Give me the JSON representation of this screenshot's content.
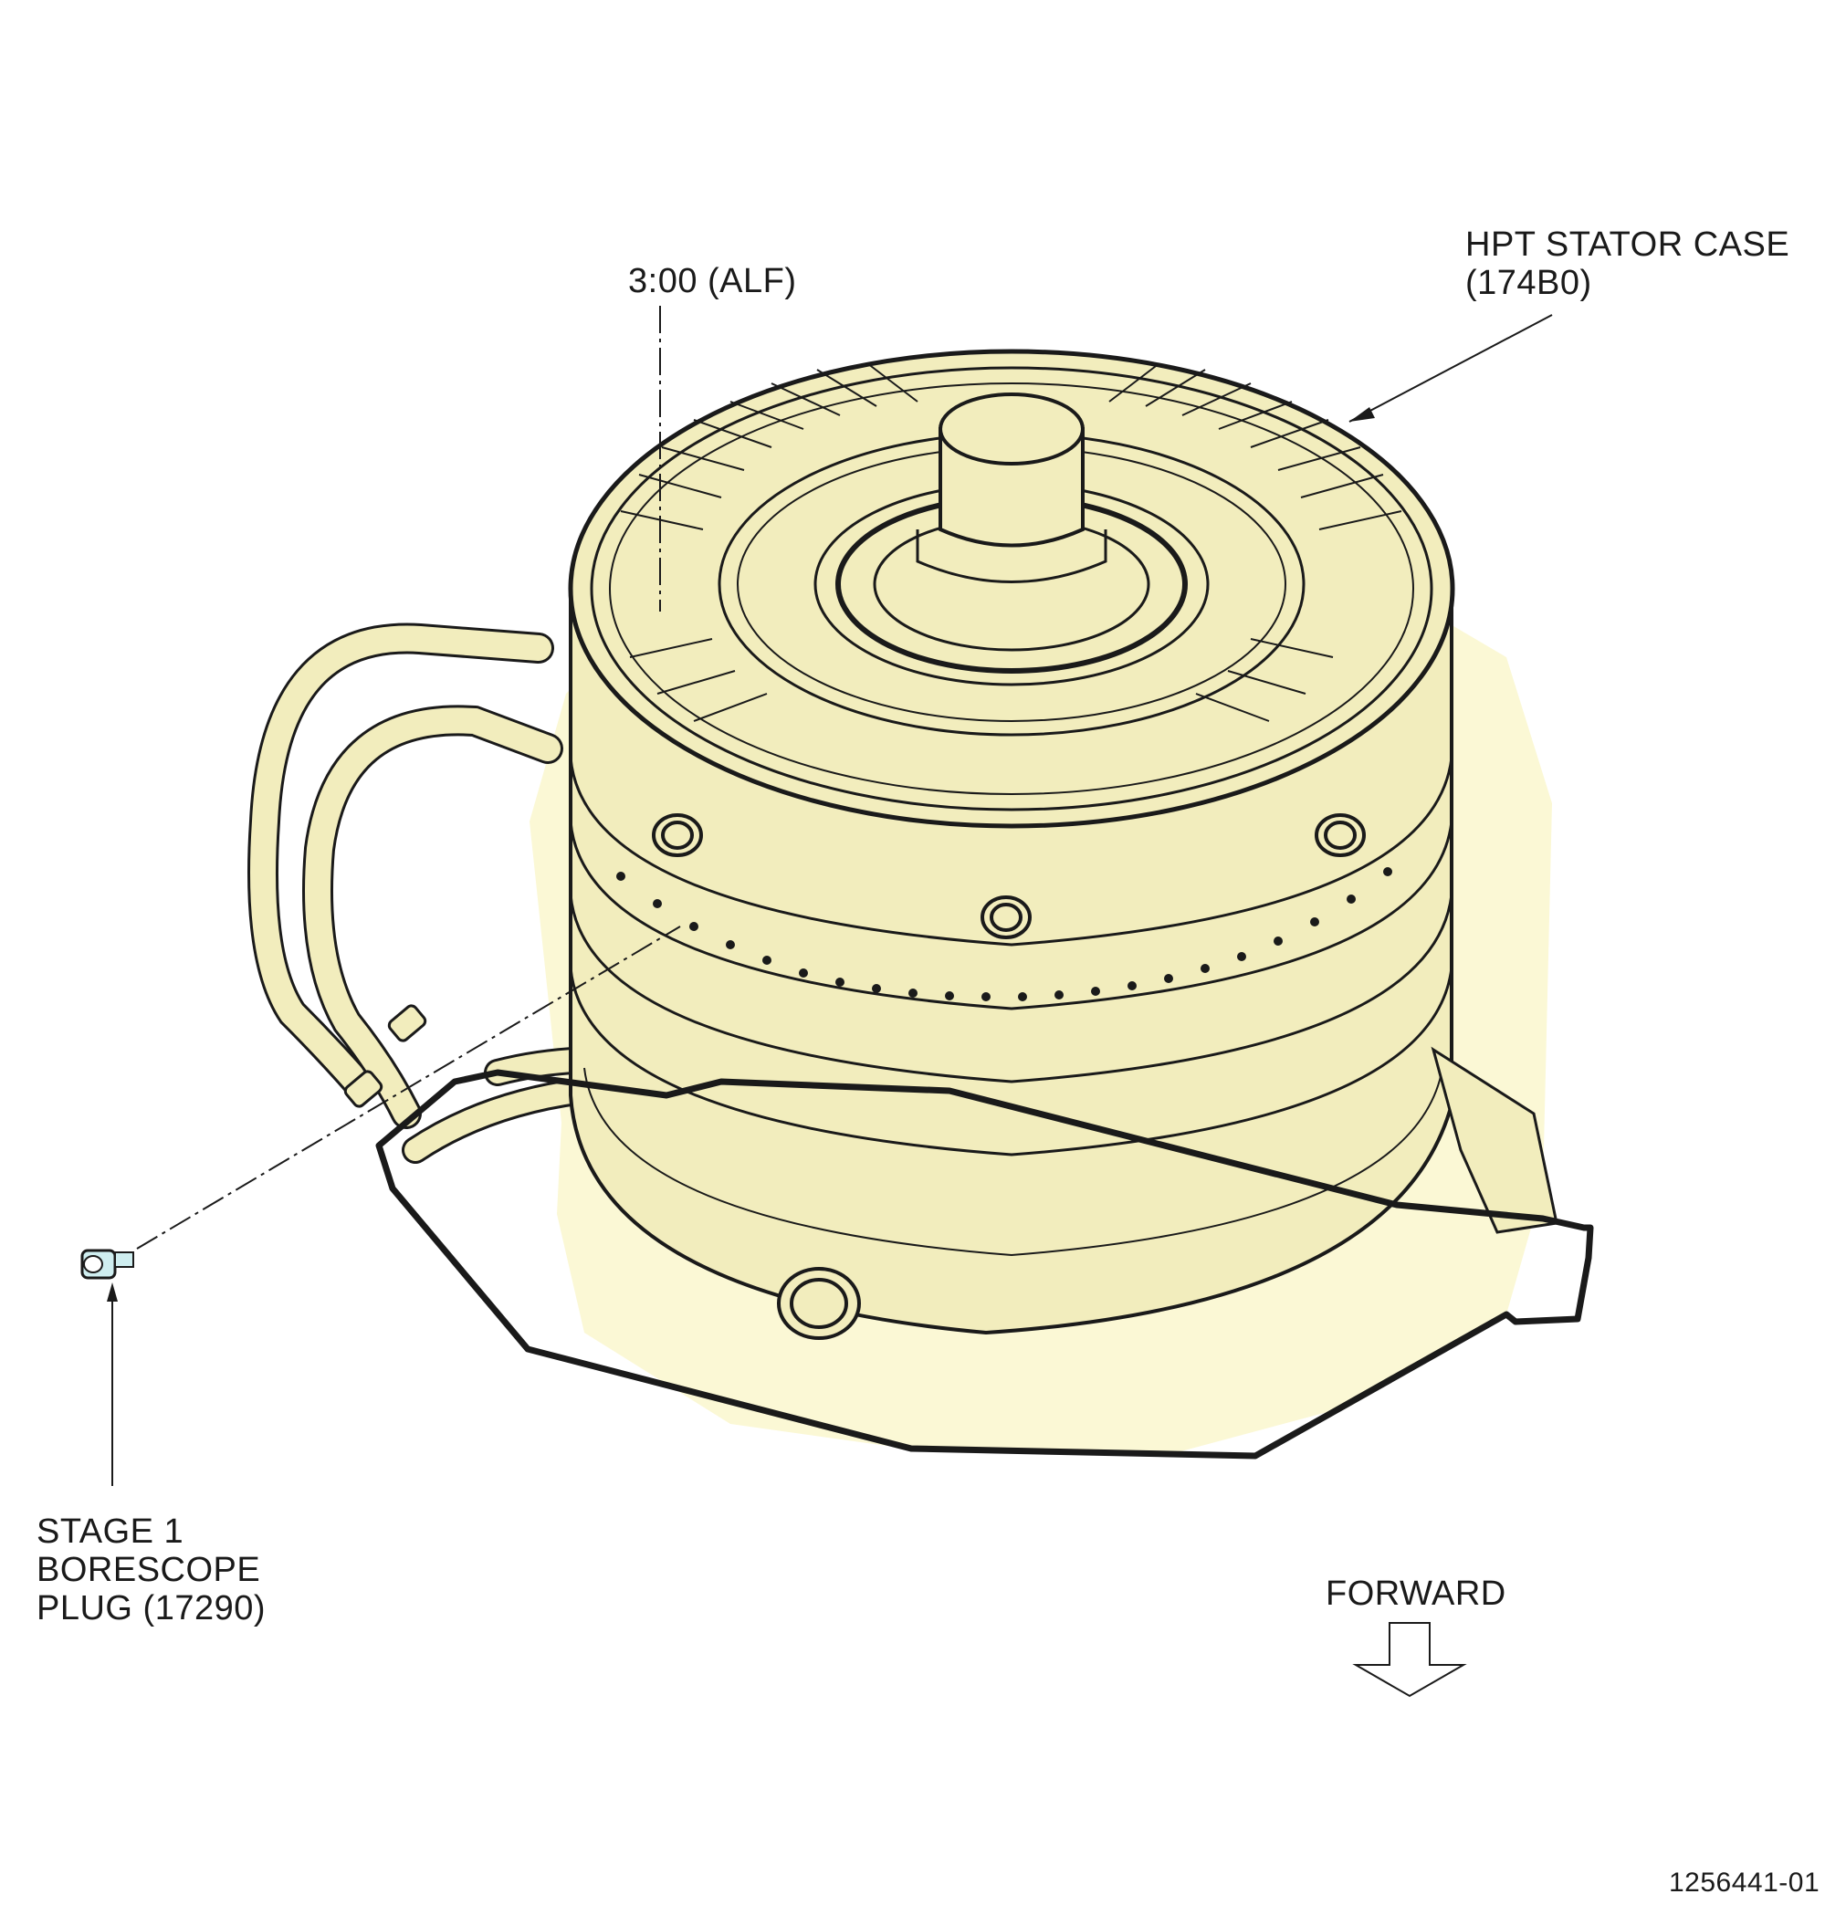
{
  "callouts": {
    "clock_position": "3:00 (ALF)",
    "stator_case": {
      "line1": "HPT STATOR CASE",
      "line2": "(174B0)"
    },
    "borescope_plug": {
      "line1": "STAGE 1",
      "line2": "BORESCOPE",
      "line3": "PLUG (17290)"
    },
    "direction": "FORWARD"
  },
  "figure_number": "1256441-01",
  "colors": {
    "highlight_fill": "#fbf8d5",
    "part_fill": "#f2edbd",
    "plug_fill": "#cfeef0",
    "line": "#1a1a1a"
  }
}
